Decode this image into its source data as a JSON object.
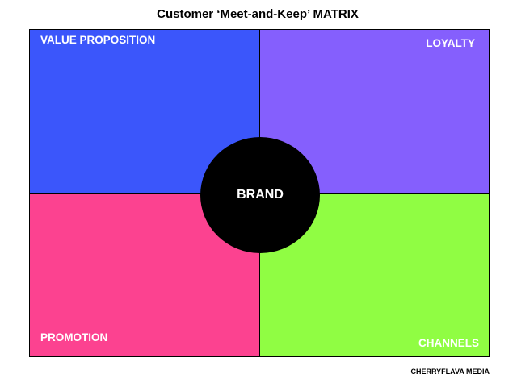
{
  "title": "Customer ‘Meet-and-Keep’ MATRIX",
  "quadrants": {
    "top_left": {
      "label": "VALUE PROPOSITION",
      "color": "#3b56fb"
    },
    "top_right": {
      "label": "LOYALTY",
      "color": "#855ffd"
    },
    "bottom_left": {
      "label": "PROMOTION",
      "color": "#fc4290"
    },
    "bottom_right": {
      "label": "CHANNELS",
      "color": "#90fd43"
    }
  },
  "center": {
    "label": "BRAND",
    "color": "#000000"
  },
  "credit": "CHERRYFLAVA MEDIA"
}
